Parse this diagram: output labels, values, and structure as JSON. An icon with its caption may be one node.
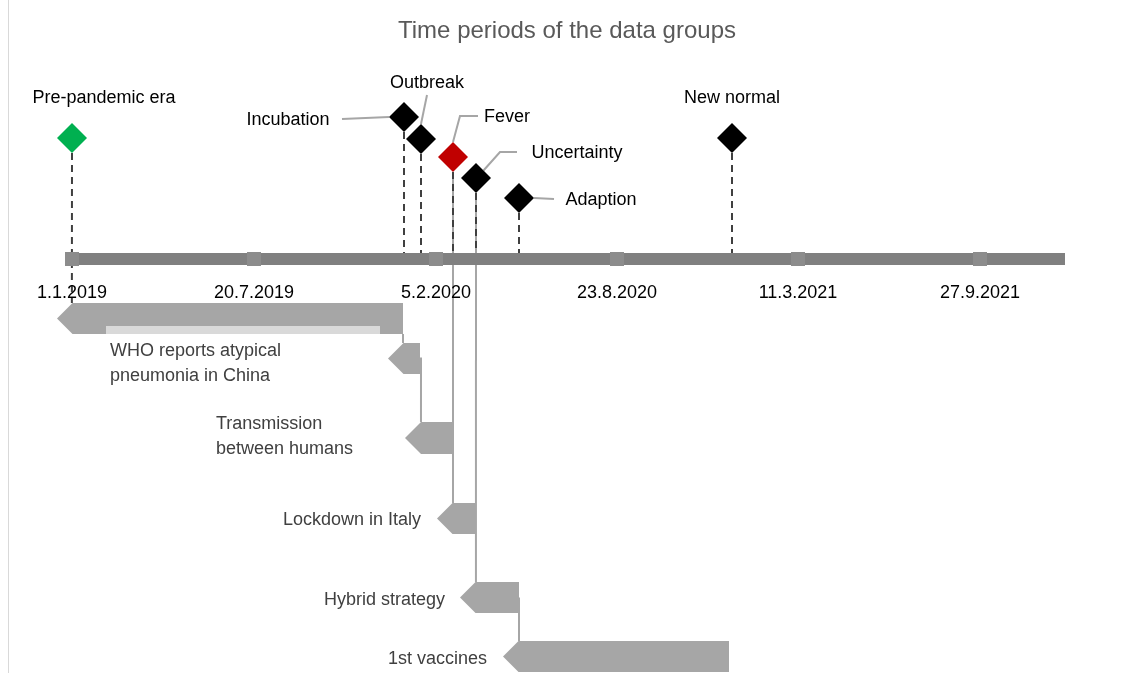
{
  "diagram": {
    "title": "Time periods of the data groups",
    "nodes": [
      {
        "text": [
          "Pre-pandemic era"
        ]
      },
      {
        "text": [
          "Incubation"
        ]
      },
      {
        "text": [
          "Outbreak"
        ]
      },
      {
        "text": [
          "Fever"
        ]
      },
      {
        "text": [
          "Uncertainty"
        ]
      },
      {
        "text": [
          "Adaption"
        ]
      },
      {
        "text": [
          "New normal"
        ]
      },
      {
        "text": [],
        "shape": "diamond"
      },
      {
        "text": [],
        "shape": "diamond"
      },
      {
        "text": [],
        "shape": "diamond"
      },
      {
        "text": [],
        "shape": "diamond"
      },
      {
        "text": [],
        "shape": "diamond"
      },
      {
        "text": [],
        "shape": "bar"
      },
      {
        "text": [],
        "shape": "bar"
      },
      {
        "text": [],
        "shape": "bar",
        "beside": [
          "Transmission between humans"
        ]
      },
      {
        "text": [],
        "shape": "bar",
        "beside": [
          "Lockdown in Italy"
        ]
      },
      {
        "text": [],
        "shape": "bar",
        "beside": [
          "Hybrid strategy"
        ]
      },
      {
        "text": [],
        "shape": "bar",
        "beside": [
          "1st vaccines"
        ]
      }
    ],
    "edges": [
      {
        "from": 1,
        "to": 7,
        "arrow": "none"
      },
      {
        "from": 2,
        "to": 8,
        "arrow": "none"
      },
      {
        "from": 3,
        "to": 9,
        "arrow": "none"
      },
      {
        "from": 4,
        "to": 10,
        "arrow": "none"
      },
      {
        "from": 5,
        "to": 11,
        "arrow": "none"
      },
      {
        "from": 12,
        "to": 13,
        "arrow": "none"
      },
      {
        "from": 13,
        "to": 14,
        "arrow": "none"
      },
      {
        "from": 9,
        "to": 15,
        "arrow": "none"
      },
      {
        "from": 10,
        "to": 16,
        "arrow": "none"
      },
      {
        "from": 16,
        "to": 17,
        "arrow": "none"
      },
      {
        "from": 0,
        "to": 12,
        "arrow": "none",
        "style": "dashed",
        "color": "#404040"
      }
    ],
    "labels": [
      "1.1.2019",
      "20.7.2019",
      "5.2.2020",
      "23.8.2020",
      "11.3.2021",
      "27.9.2021",
      "WHO reports atypical pneumonia in China"
    ]
  }
}
